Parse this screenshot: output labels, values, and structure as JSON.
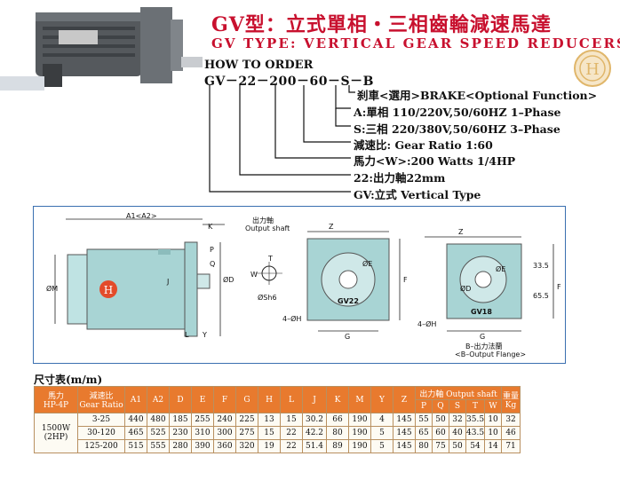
{
  "header": {
    "title_cn": "GV型：立式單相・三相齒輪減速馬達",
    "title_en": "GV TYPE: VERTICAL GEAR SPEED REDUCERS"
  },
  "logo": {
    "letter": "H"
  },
  "how_to_order": {
    "heading": "HOW TO ORDER",
    "model_code": "GV－22－200－60－S－B",
    "items": [
      "刹車<選用>BRAKE<Optional Function>",
      "A:單相 110/220V,50/60HZ  1–Phase",
      "S:三相 220/380V,50/60HZ  3–Phase",
      "減速比: Gear Ratio 1:60",
      "馬力<W>:200 Watts 1/4HP",
      "22:出力軸22mm",
      "GV:立式 Vertical Type"
    ]
  },
  "drawing": {
    "labels": {
      "a": "A1<A2>",
      "output_shaft_cn": "出力軸",
      "output_shaft_en": "Output shaft",
      "k": "K",
      "p": "P",
      "q": "Q",
      "j": "J",
      "m": "ØM",
      "d": "ØD",
      "l": "L",
      "y": "Y",
      "w": "W",
      "t": "T",
      "s": "ØSh6",
      "z1": "Z",
      "e1": "ØE",
      "f1": "F",
      "gv22": "GV22",
      "h1": "4–ØH",
      "g1": "G",
      "z2": "Z",
      "e2": "ØE",
      "d2": "ØD",
      "f2": "F",
      "gv18": "GV18",
      "h2": "4–ØH",
      "g2": "G",
      "dim1": "33.5",
      "dim2": "65.5",
      "flange_cn": "B–出力法蘭",
      "flange_en": "<B–Output Flange>",
      "logo_letter": "H"
    }
  },
  "table": {
    "title": "尺寸表(m/m)",
    "h_power": [
      "馬力",
      "HP-4P"
    ],
    "h_ratio": [
      "減速比",
      "Gear Ratio"
    ],
    "h_cols": [
      "A1",
      "A2",
      "D",
      "E",
      "F",
      "G",
      "H",
      "L",
      "J",
      "K",
      "M",
      "Y",
      "Z"
    ],
    "h_shaft": "出力軸 Output shaft",
    "h_shaft_cols": [
      "P",
      "Q",
      "S",
      "T",
      "W"
    ],
    "h_weight": [
      "重量",
      "Kg"
    ],
    "power": [
      "1500W",
      "(2HP)"
    ],
    "rows": [
      [
        "3-25",
        "440",
        "480",
        "185",
        "255",
        "240",
        "225",
        "13",
        "15",
        "30.2",
        "66",
        "190",
        "4",
        "145",
        "55",
        "50",
        "32",
        "35.5",
        "10",
        "32"
      ],
      [
        "30-120",
        "465",
        "525",
        "230",
        "310",
        "300",
        "275",
        "15",
        "22",
        "42.2",
        "80",
        "190",
        "5",
        "145",
        "65",
        "60",
        "40",
        "43.5",
        "10",
        "46"
      ],
      [
        "125-200",
        "515",
        "555",
        "280",
        "390",
        "360",
        "320",
        "19",
        "22",
        "51.4",
        "89",
        "190",
        "5",
        "145",
        "80",
        "75",
        "50",
        "54",
        "14",
        "71"
      ]
    ]
  },
  "colors": {
    "title_red": "#c8102e",
    "header_orange": "#e87a2e",
    "frame_blue": "#3a6fb0",
    "motor_teal": "#a8d4d4"
  }
}
